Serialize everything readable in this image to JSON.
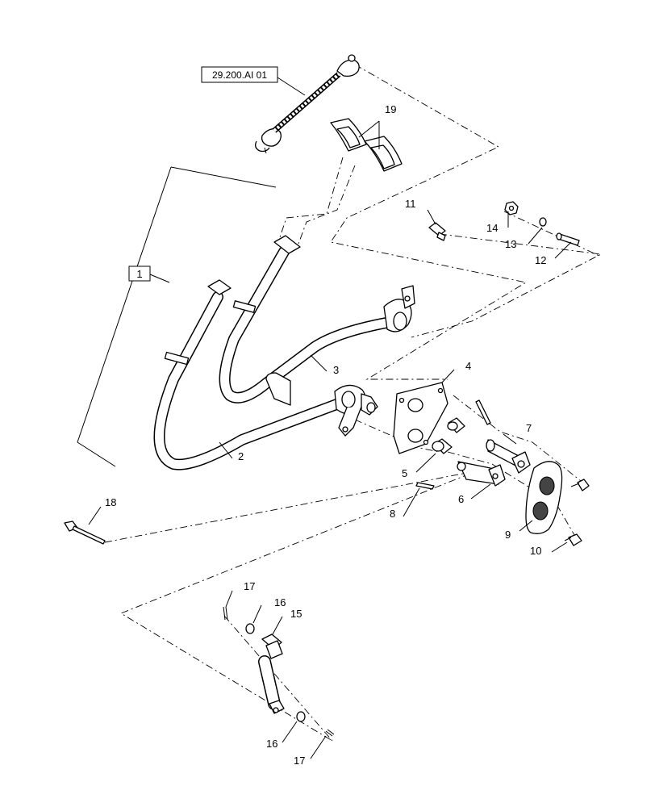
{
  "reference_box": "29.200.AI 01",
  "assembly_box": "1",
  "callouts": {
    "c2": "2",
    "c3": "3",
    "c4": "4",
    "c5": "5",
    "c6": "6",
    "c7": "7",
    "c8": "8",
    "c9": "9",
    "c10": "10",
    "c11": "11",
    "c12": "12",
    "c13": "13",
    "c14": "14",
    "c15": "15",
    "c16a": "16",
    "c16b": "16",
    "c17a": "17",
    "c17b": "17",
    "c18": "18",
    "c19": "19"
  }
}
